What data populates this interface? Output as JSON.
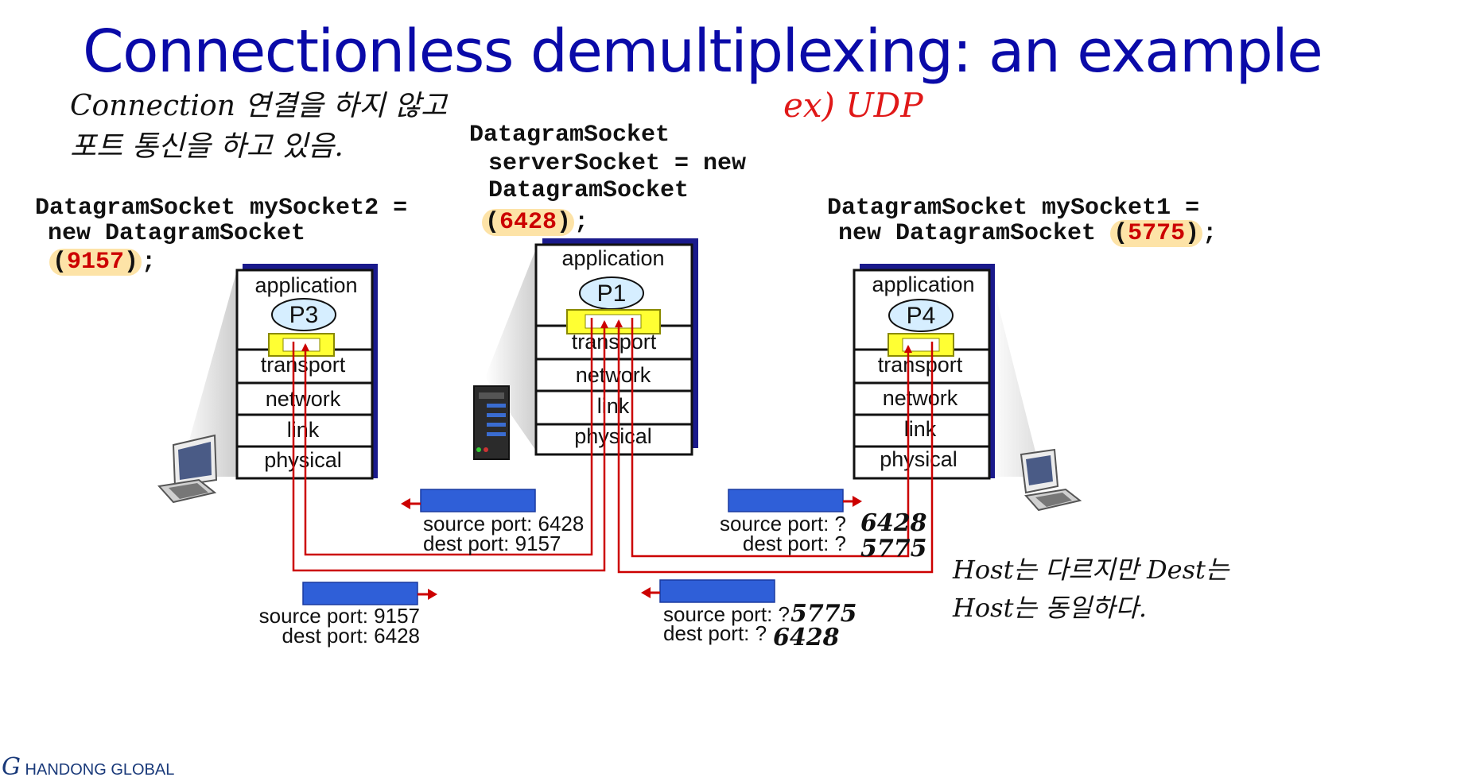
{
  "slide": {
    "title": "Connectionless demultiplexing: an example",
    "logo_text": "HANDONG GLOBAL"
  },
  "annotations": {
    "note_top_left_line1": "Connection 연결을 하지 않고",
    "note_top_left_line2": "포트 통신을 하고 있음.",
    "note_top_right": "ex) UDP",
    "note_bottom_right_line1": "Host는 다르지만 Dest는",
    "note_bottom_right_line2": "Host는 동일하다."
  },
  "code": {
    "left": {
      "line1": "DatagramSocket mySocket2 =",
      "line2": "new DatagramSocket",
      "port": "9157",
      "open": "(",
      "close": ")",
      "semi": ";"
    },
    "center": {
      "line1": "DatagramSocket",
      "line2": "serverSocket = new",
      "line3": "DatagramSocket",
      "port": "6428",
      "open": "(",
      "close": ")",
      "semi": ";"
    },
    "right": {
      "line1": "DatagramSocket mySocket1 =",
      "line2": "new DatagramSocket",
      "port": "5775",
      "open": "(",
      "close": ")",
      "semi": ";"
    }
  },
  "layers": {
    "application": "application",
    "transport": "transport",
    "network": "network",
    "link": "link",
    "physical": "physical"
  },
  "processes": {
    "left": "P3",
    "center": "P1",
    "right": "P4"
  },
  "segments": {
    "server_to_left": {
      "src": "source port: 6428",
      "dst": "dest port: 9157"
    },
    "left_to_server": {
      "src": "source port: 9157",
      "dst": "dest port: 6428"
    },
    "server_to_right": {
      "src": "source port: ?",
      "dst": "dest port: ?",
      "src_hand": "6428",
      "dst_hand": "5775"
    },
    "right_to_server": {
      "src": "source port: ?",
      "dst": "dest port: ?",
      "src_hand": "5775",
      "dst_hand": "6428"
    }
  },
  "colors": {
    "title": "#0a0aa8",
    "arrow": "#cc0000",
    "segment": "#2f5fd8",
    "highlight": "#fde3a7",
    "socket": "#ffff33",
    "process": "#d6eeff"
  }
}
